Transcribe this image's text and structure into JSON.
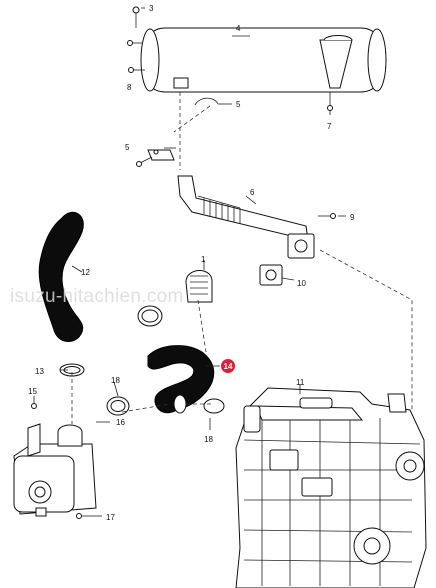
{
  "watermark": "isuzu-hitachien.com",
  "callouts": {
    "p1": "1",
    "p3": "3",
    "p4": "4",
    "p5a": "5",
    "p5b": "5",
    "p6": "6",
    "p7": "7",
    "p8": "8",
    "p9": "9",
    "p10": "10",
    "p11": "11",
    "p12": "12",
    "p13": "13",
    "p14": "14",
    "p15": "15",
    "p16": "16",
    "p17": "17",
    "p18a": "18",
    "p18b": "18"
  },
  "colors": {
    "highlight": "#e0203a",
    "line": "#222222",
    "hose": "#0c0c0c"
  }
}
